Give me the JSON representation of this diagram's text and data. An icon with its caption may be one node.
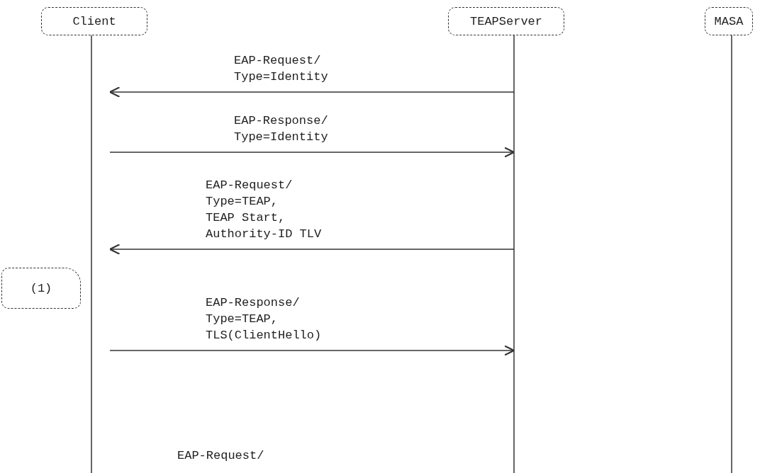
{
  "diagram": {
    "nodes": [
      {
        "text": [
          "Client"
        ]
      },
      {
        "text": [
          "TEAPServer"
        ]
      },
      {
        "text": [
          "MASA"
        ]
      },
      {
        "text": [
          "(1)"
        ]
      }
    ],
    "edges": [
      {
        "from": 1,
        "to": 0,
        "arrow": "to",
        "label": "EAP-Request/ Type=Identity"
      },
      {
        "from": 0,
        "to": 1,
        "arrow": "to",
        "label": "EAP-Response/ Type=Identity"
      },
      {
        "from": 1,
        "to": 0,
        "arrow": "to",
        "label": "EAP-Request/ Type=TEAP, TEAP Start, Authority-ID TLV"
      },
      {
        "from": 0,
        "to": 1,
        "arrow": "to",
        "label": "EAP-Response/ Type=TEAP, TLS(ClientHello)"
      }
    ],
    "labels": [
      "EAP-Request/"
    ]
  }
}
